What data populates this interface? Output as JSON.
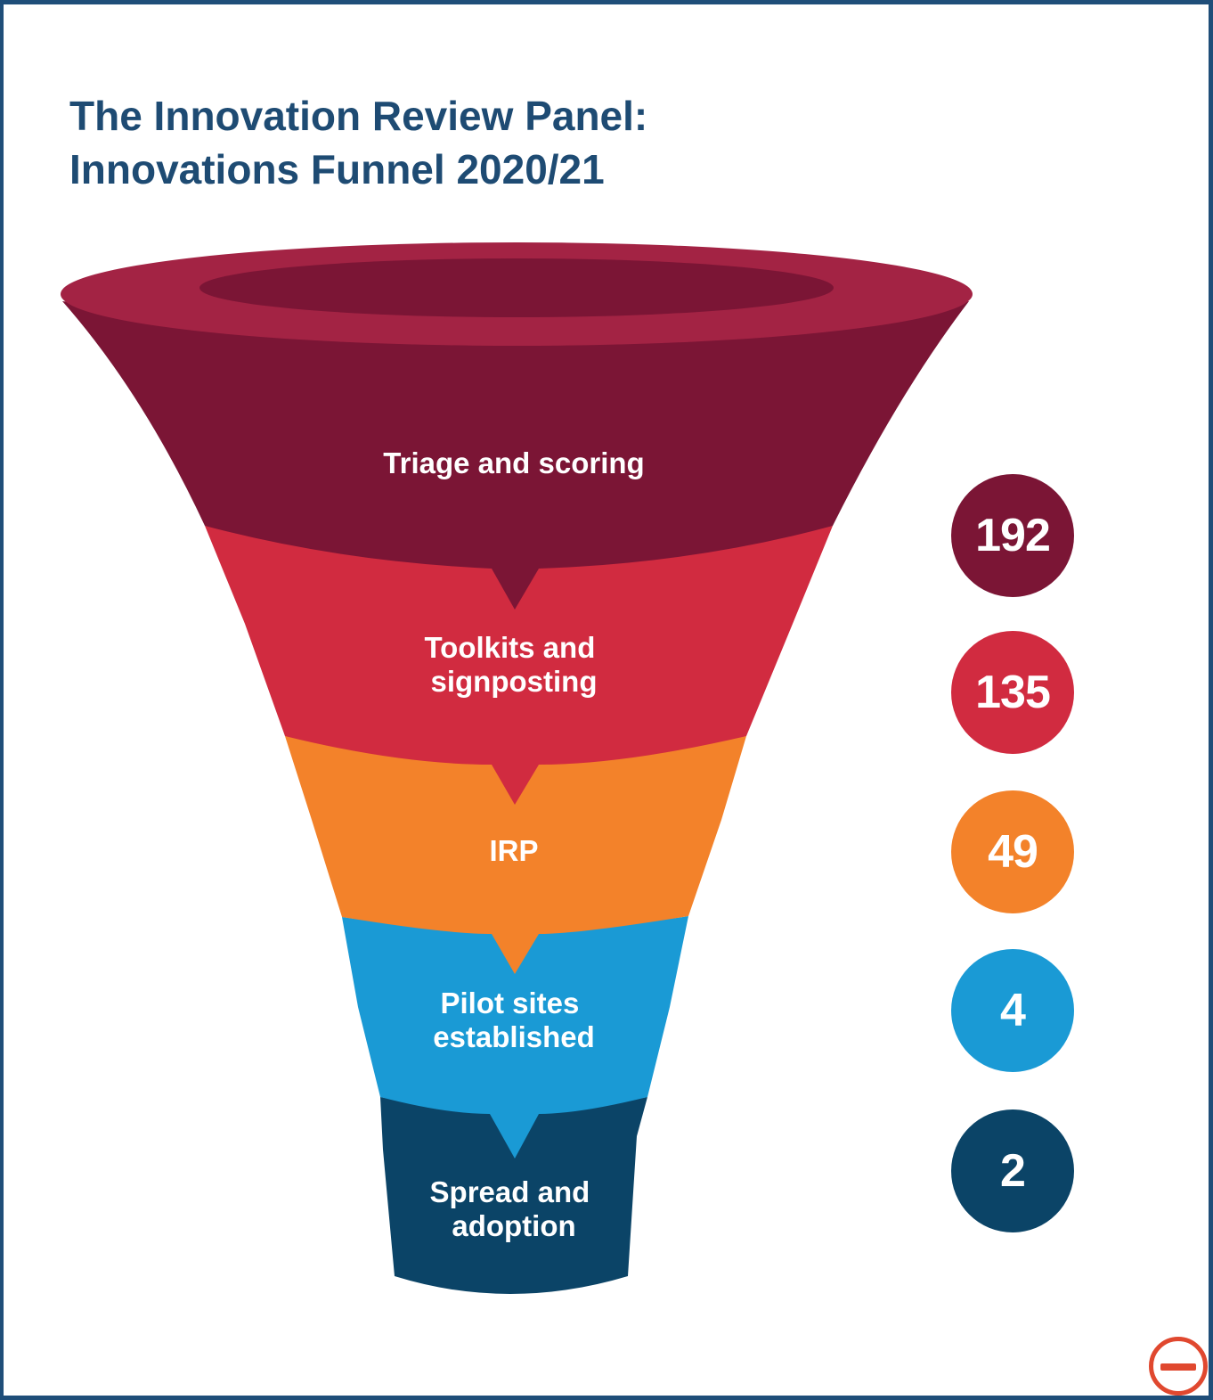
{
  "title": {
    "line1": "The Innovation Review Panel:",
    "line2": "Innovations Funnel 2020/21"
  },
  "stages": [
    {
      "label_lines": [
        "Triage and scoring"
      ],
      "count": "192",
      "color": "#7b1535"
    },
    {
      "label_lines": [
        "Toolkits and",
        "signposting"
      ],
      "count": "135",
      "color": "#d12b40"
    },
    {
      "label_lines": [
        "IRP"
      ],
      "count": "49",
      "color": "#f3822a"
    },
    {
      "label_lines": [
        "Pilot sites",
        "established"
      ],
      "count": "4",
      "color": "#1a9ad5"
    },
    {
      "label_lines": [
        "Spread and",
        "adoption"
      ],
      "count": "2",
      "color": "#0b4467"
    }
  ],
  "rim": {
    "outer_color": "#a32344",
    "inner_color": "#7b1535"
  },
  "border_color": "#1f4e79",
  "title_color": "#1e4b73",
  "corner_button": {
    "icon": "minus-circle-icon",
    "color": "#e0482f"
  }
}
